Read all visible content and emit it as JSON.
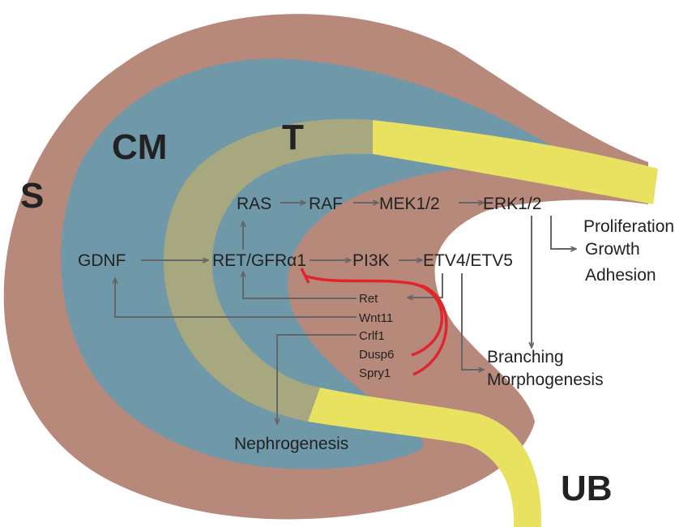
{
  "colors": {
    "stroma": "#b7897b",
    "cap_mesenchyme": "#6f98a9",
    "tip": "#a7a87f",
    "ureteric_bud": "#e8e260",
    "inhibition": "#e0262c",
    "arrow": "#666666"
  },
  "regions": {
    "stroma": "S",
    "cap_mesenchyme": "CM",
    "tip": "T",
    "ureteric_bud": "UB"
  },
  "pathway": {
    "ras": "RAS",
    "raf": "RAF",
    "mek": "MEK1/2",
    "erk": "ERK1/2",
    "gdnf": "GDNF",
    "ret_gfra": "RET/GFRα1",
    "pi3k": "PI3K",
    "etv": "ETV4/ETV5"
  },
  "targets": {
    "ret": "Ret",
    "wnt11": "Wnt11",
    "crlf1": "Crlf1",
    "dusp6": "Dusp6",
    "spry1": "Spry1"
  },
  "outcomes": {
    "proliferation": "Proliferation",
    "growth": "Growth",
    "adhesion": "Adhesion",
    "branching": "Branching",
    "morphogenesis": "Morphogenesis",
    "nephrogenesis": "Nephrogenesis"
  }
}
